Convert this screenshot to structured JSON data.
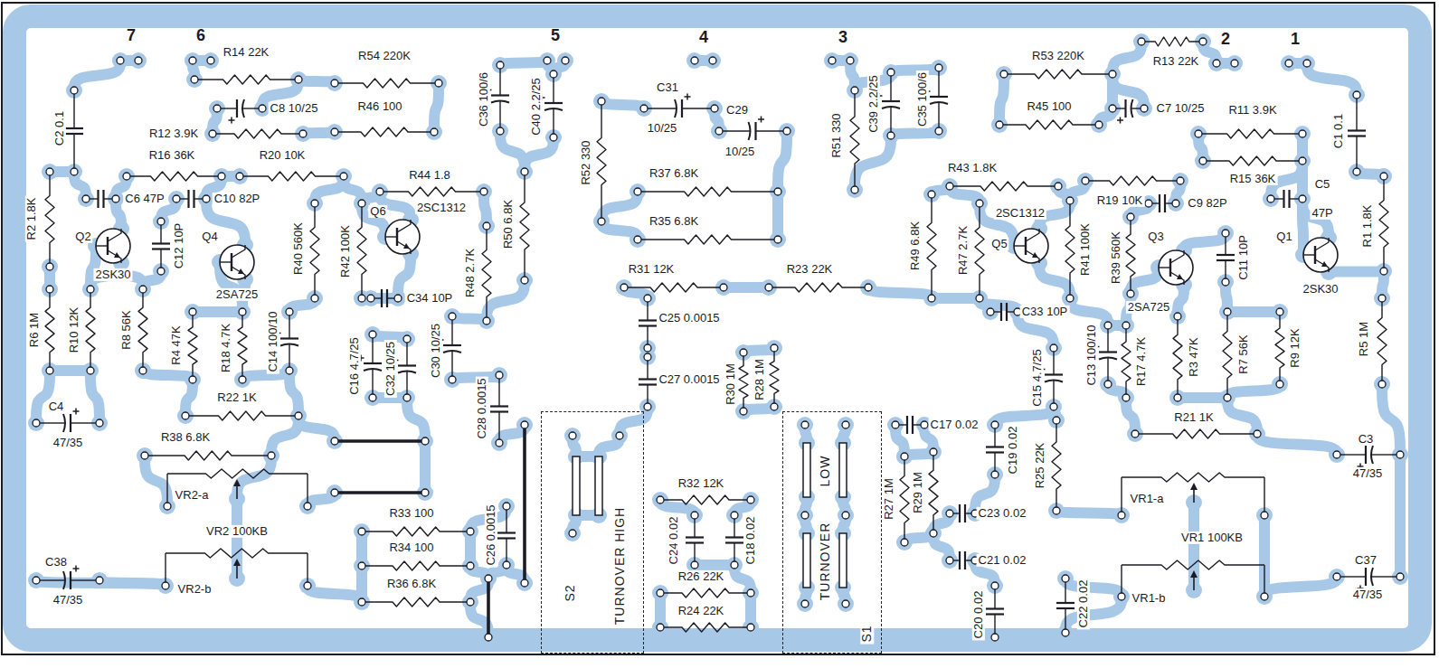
{
  "diagram": {
    "nodes": [
      {
        "text": [
          "S2",
          "TURNOVER HIGH"
        ]
      },
      {
        "text": [
          "LOW",
          "TURNOVER",
          "S1"
        ]
      }
    ],
    "labels": [
      "7",
      "6",
      "5",
      "4",
      "3",
      "2",
      "1",
      "R14 22K",
      "R54 220K",
      "C2 0.1",
      "R12 3.9K",
      "C8 10/25",
      "R46 100",
      "C36 100/6",
      "C40 2.2/25",
      "R52 330",
      "R16 36K",
      "R20 10K",
      "R44 1.8",
      "R2 1.8K",
      "C6 47P",
      "C10 82P",
      "R40 560K",
      "R42 100K",
      "Q6",
      "2SC1312",
      "R48 2.7K",
      "R50 6.8K",
      "C34 10P",
      "Q2",
      "2SK30",
      "C12 10P",
      "Q4",
      "2SA725",
      "R6 1M",
      "R10 12K",
      "R8 56K",
      "R4 47K",
      "R18 4.7K",
      "C14 100/10",
      "C16 4.7/25",
      "C32 10/25",
      "C30 10/25",
      "R22 1K",
      "C4",
      "47/35",
      "R38 6.8K",
      "VR2-a",
      "VR2 100KB",
      "C38",
      "47/35",
      "VR2-b",
      "R33 100",
      "R34 100",
      "R36 6.8K",
      "C28 0.0015",
      "C26 0.0015",
      "C31",
      "10/25",
      "C29",
      "10/25",
      "R37 6.8K",
      "R35 6.8K",
      "R31 12K",
      "C25 0.0015",
      "C27 0.0015",
      "R30 1M",
      "R28 1M",
      "R23 22K",
      "R32 12K",
      "C24 0.02",
      "C18 0.02",
      "R26 22K",
      "R24 22K",
      "R51 330",
      "C39 2.2/25",
      "C35 100/6",
      "R53 220K",
      "R13 22K",
      "C7 10/25",
      "R11 3.9K",
      "C1 0.1",
      "R45 100",
      "R43 1.8K",
      "R19 10K",
      "R15 36K",
      "C5",
      "47P",
      "R1 1.8K",
      "C9 82P",
      "2SC1312",
      "Q5",
      "R49 6.8K",
      "R47 2.7K",
      "R41 100K",
      "R39 560K",
      "Q3",
      "2SA725",
      "C11 10P",
      "Q1",
      "2SK30",
      "C33 10P",
      "R17 4.7K",
      "C13 100/10",
      "R3 47K",
      "R7 56K",
      "R9 12K",
      "R5 1M",
      "C15 4.7/25",
      "R21 1K",
      "C17 0.02",
      "C19 0.02",
      "R25 22K",
      "C3",
      "47/35",
      "VR1-a",
      "VR1 100KB",
      "VR1-b",
      "C37",
      "47/35",
      "R27 1M",
      "R29 1M",
      "C23 0.02",
      "C21 0.02",
      "C20 0.02",
      "C22 0.02"
    ]
  }
}
